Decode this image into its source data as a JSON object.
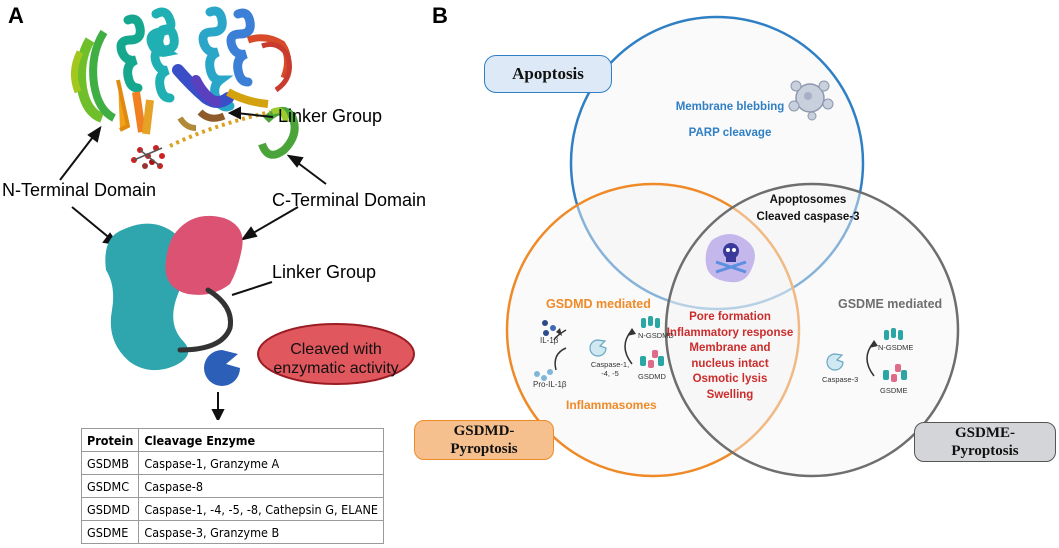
{
  "panel_a": {
    "label": "A",
    "callouts": {
      "linker_top": "Linker Group",
      "n_terminal": "N-Terminal Domain",
      "c_terminal": "C-Terminal Domain",
      "linker_bottom": "Linker Group"
    },
    "cleaved_box": [
      "Cleaved with",
      "enzymatic activity"
    ],
    "table": {
      "headers": [
        "Protein",
        "Cleavage Enzyme"
      ],
      "rows": [
        [
          "GSDMB",
          "Caspase-1, Granzyme A"
        ],
        [
          "GSDMC",
          "Caspase-8"
        ],
        [
          "GSDMD",
          "Caspase-1, -4, -5, -8, Cathepsin G, ELANE"
        ],
        [
          "GSDME",
          "Caspase-3, Granzyme B"
        ]
      ]
    }
  },
  "panel_b": {
    "label": "B",
    "boxes": {
      "apoptosis": "Apoptosis",
      "gsdmd": [
        "GSDMD-",
        "Pyroptosis"
      ],
      "gsdme": [
        "GSDME-",
        "Pyroptosis"
      ]
    },
    "apoptosis_features": [
      "Membrane blebbing",
      "PARP cleavage"
    ],
    "apop_gsdme_overlap": [
      "Apoptosomes",
      "Cleaved caspase-3"
    ],
    "gsdmd_title": "GSDMD mediated",
    "gsdme_title": "GSDME mediated",
    "center_features": [
      "Pore formation",
      "Inflammatory response",
      "Membrane and",
      "nucleus intact",
      "Osmotic lysis",
      "Swelling"
    ],
    "inflammasomes": "Inflammasomes",
    "gsdmd_cycle": {
      "il1b": "IL-1β",
      "pro_il1b": "Pro-IL-1β",
      "caspase": [
        "Caspase-1,",
        "-4, -5"
      ],
      "n_gsdmd": "N-GSDMD",
      "gsdmd": "GSDMD"
    },
    "gsdme_cycle": {
      "caspase": "Caspase-3",
      "n_gsdme": "N-GSDME",
      "gsdme": "GSDME"
    },
    "colors": {
      "apoptosis": "#2f7fc4",
      "gsdmd": "#ef8a28",
      "gsdme": "#6e6e6e",
      "center_text": "#cc2c2c",
      "cleaved_fill": "#e0575e"
    }
  }
}
